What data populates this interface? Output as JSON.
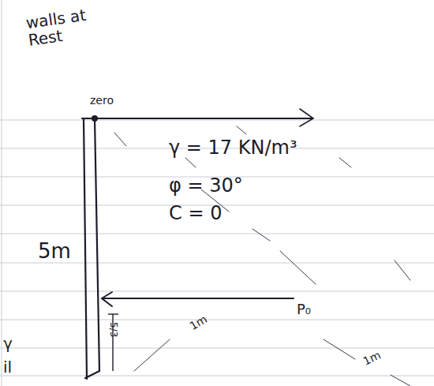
{
  "diagram": {
    "title": "walls at Rest",
    "labels": [
      "zero",
      "γ = 17 KN/m³",
      "φ = 30°",
      "C = 0",
      "5m",
      "P₀",
      "5/3",
      "1m",
      "1m",
      "γ",
      "il"
    ]
  }
}
